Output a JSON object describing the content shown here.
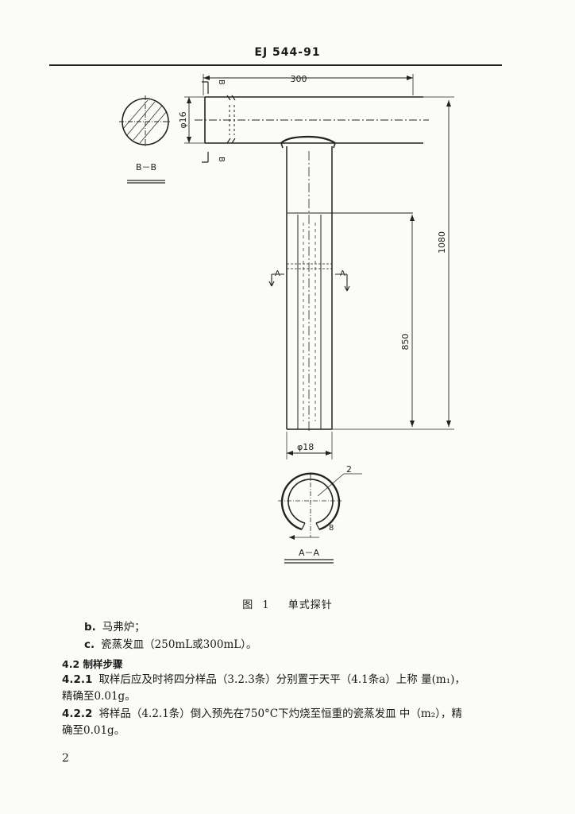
{
  "header": {
    "doc_code": "EJ 544-91"
  },
  "drawing": {
    "dim_top_width": "300",
    "dim_outer_diameter": "φ16",
    "dim_total_length": "1080",
    "dim_lower_length": "850",
    "dim_tube_diameter": "φ18",
    "dim_slot": "8",
    "callout_number": "2",
    "section_mark_b": "B",
    "section_mark_a": "A",
    "section_label_bb": "B－B",
    "section_label_aa": "A－A"
  },
  "caption": {
    "prefix": "图",
    "number": "1",
    "title": "单式探针"
  },
  "body": {
    "item_b_marker": "b.",
    "item_b_text": "马弗炉；",
    "item_c_marker": "c.",
    "item_c_text": "瓷蒸发皿（250mL或300mL）。",
    "section_4_2": "4.2  制样步骤",
    "p_4_2_1_num": "4.2.1",
    "p_4_2_1_line1": "取样后应及时将四分样品（3.2.3条）分别置于天平（4.1条a）上称 量(m₁)，",
    "p_4_2_1_line2": "精确至0.01g。",
    "p_4_2_2_num": "4.2.2",
    "p_4_2_2_line1": "将样品（4.2.1条）倒入预先在750°C下灼烧至恒重的瓷蒸发皿 中（m₂），精",
    "p_4_2_2_line2": "确至0.01g。"
  },
  "footer": {
    "page_number": "2"
  }
}
